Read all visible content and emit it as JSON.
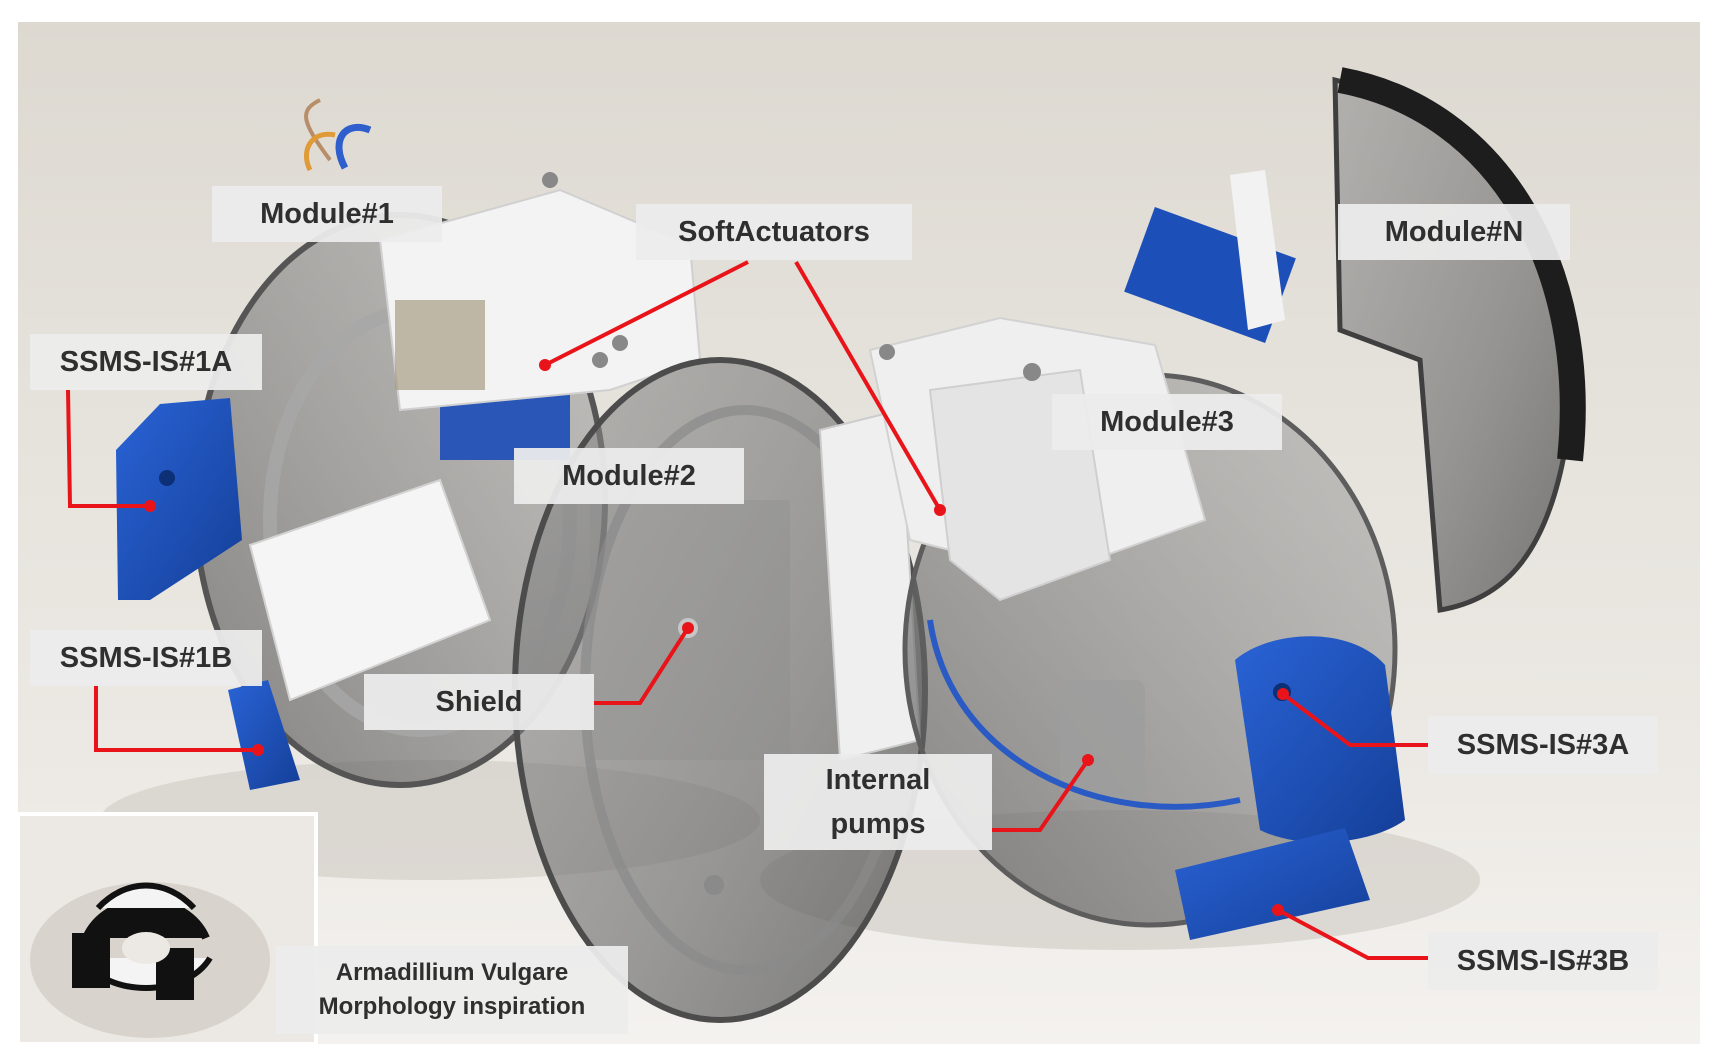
{
  "labels": {
    "module1": "Module#1",
    "soft_actuators": "SoftActuators",
    "module_n": "Module#N",
    "ssms_1a": "SSMS-IS#1A",
    "module3": "Module#3",
    "module2": "Module#2",
    "ssms_1b": "SSMS-IS#1B",
    "shield": "Shield",
    "internal_pumps": "Internal\npumps",
    "ssms_3a": "SSMS-IS#3A",
    "ssms_3b": "SSMS-IS#3B",
    "inset_caption": "Armadillium Vulgare\nMorphology inspiration"
  },
  "colors": {
    "leader_line": "#e8141a",
    "callout_bg": "#ececec",
    "module_blue": "#1d4fb8",
    "shell_gray": "#6d6d6d",
    "printed_white": "#f3f3f3"
  }
}
